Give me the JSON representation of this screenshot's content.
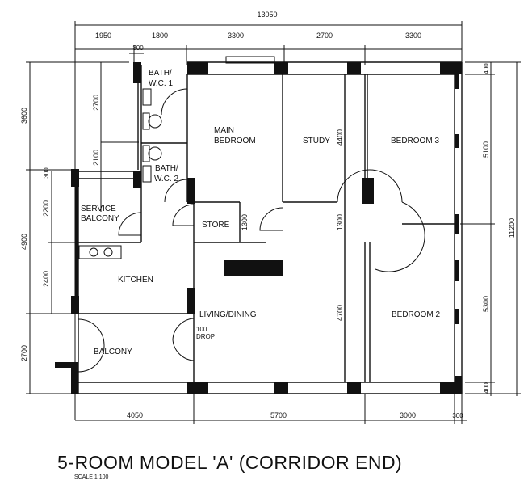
{
  "plan": {
    "title": "5-ROOM MODEL 'A' (CORRIDOR END)",
    "scale": "SCALE  1:100",
    "rooms": {
      "bath1": [
        "BATH/",
        "W.C. 1"
      ],
      "bath2": [
        "BATH/",
        "W.C. 2"
      ],
      "main_bedroom": [
        "MAIN",
        "BEDROOM"
      ],
      "study": "STUDY",
      "bedroom3": "BEDROOM 3",
      "service_balcony": [
        "SERVICE",
        "BALCONY"
      ],
      "store": "STORE",
      "kitchen": "KITCHEN",
      "living_dining": "LIVING/DINING",
      "bedroom2": "BEDROOM 2",
      "balcony": "BALCONY",
      "drop": [
        "100",
        "DROP"
      ]
    },
    "dimensions": {
      "top_total": "13050",
      "top": [
        "1950",
        "1800",
        "3300",
        "2700",
        "3300"
      ],
      "top_small": "300",
      "left_outer": [
        "3600",
        "4900",
        "2700"
      ],
      "left_inner_upper": [
        "2700",
        "2100"
      ],
      "left_inner_lower": [
        "300",
        "2200",
        "2400"
      ],
      "right": [
        "400",
        "5100",
        "5300",
        "400"
      ],
      "right_total": "11200",
      "bottom": [
        "4050",
        "5700",
        "3000",
        "300"
      ],
      "interior": [
        "4400",
        "1300",
        "1300",
        "4700"
      ]
    }
  }
}
